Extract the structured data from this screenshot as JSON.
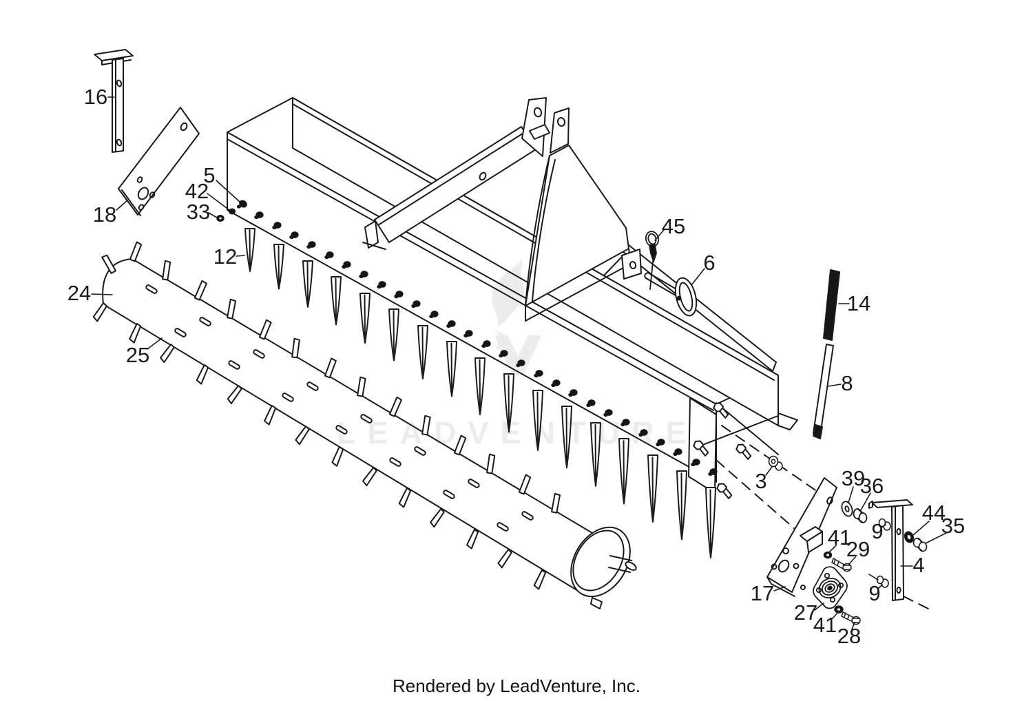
{
  "diagram": {
    "watermark_text": "LEADVENTURE",
    "footer": "Rendered by LeadVenture, Inc.",
    "line_color": "#1a1a1a",
    "watermark_color": "#ececec",
    "background_color": "#ffffff",
    "callouts": [
      {
        "label": "16"
      },
      {
        "label": "18"
      },
      {
        "label": "5"
      },
      {
        "label": "42"
      },
      {
        "label": "33"
      },
      {
        "label": "12"
      },
      {
        "label": "24"
      },
      {
        "label": "25"
      },
      {
        "label": "45"
      },
      {
        "label": "6"
      },
      {
        "label": "14"
      },
      {
        "label": "8"
      },
      {
        "label": "3"
      },
      {
        "label": "39"
      },
      {
        "label": "36"
      },
      {
        "label": "9"
      },
      {
        "label": "44"
      },
      {
        "label": "35"
      },
      {
        "label": "4"
      },
      {
        "label": "41"
      },
      {
        "label": "29"
      },
      {
        "label": "17"
      },
      {
        "label": "27"
      },
      {
        "label": "9"
      },
      {
        "label": "41"
      },
      {
        "label": "28"
      }
    ]
  }
}
